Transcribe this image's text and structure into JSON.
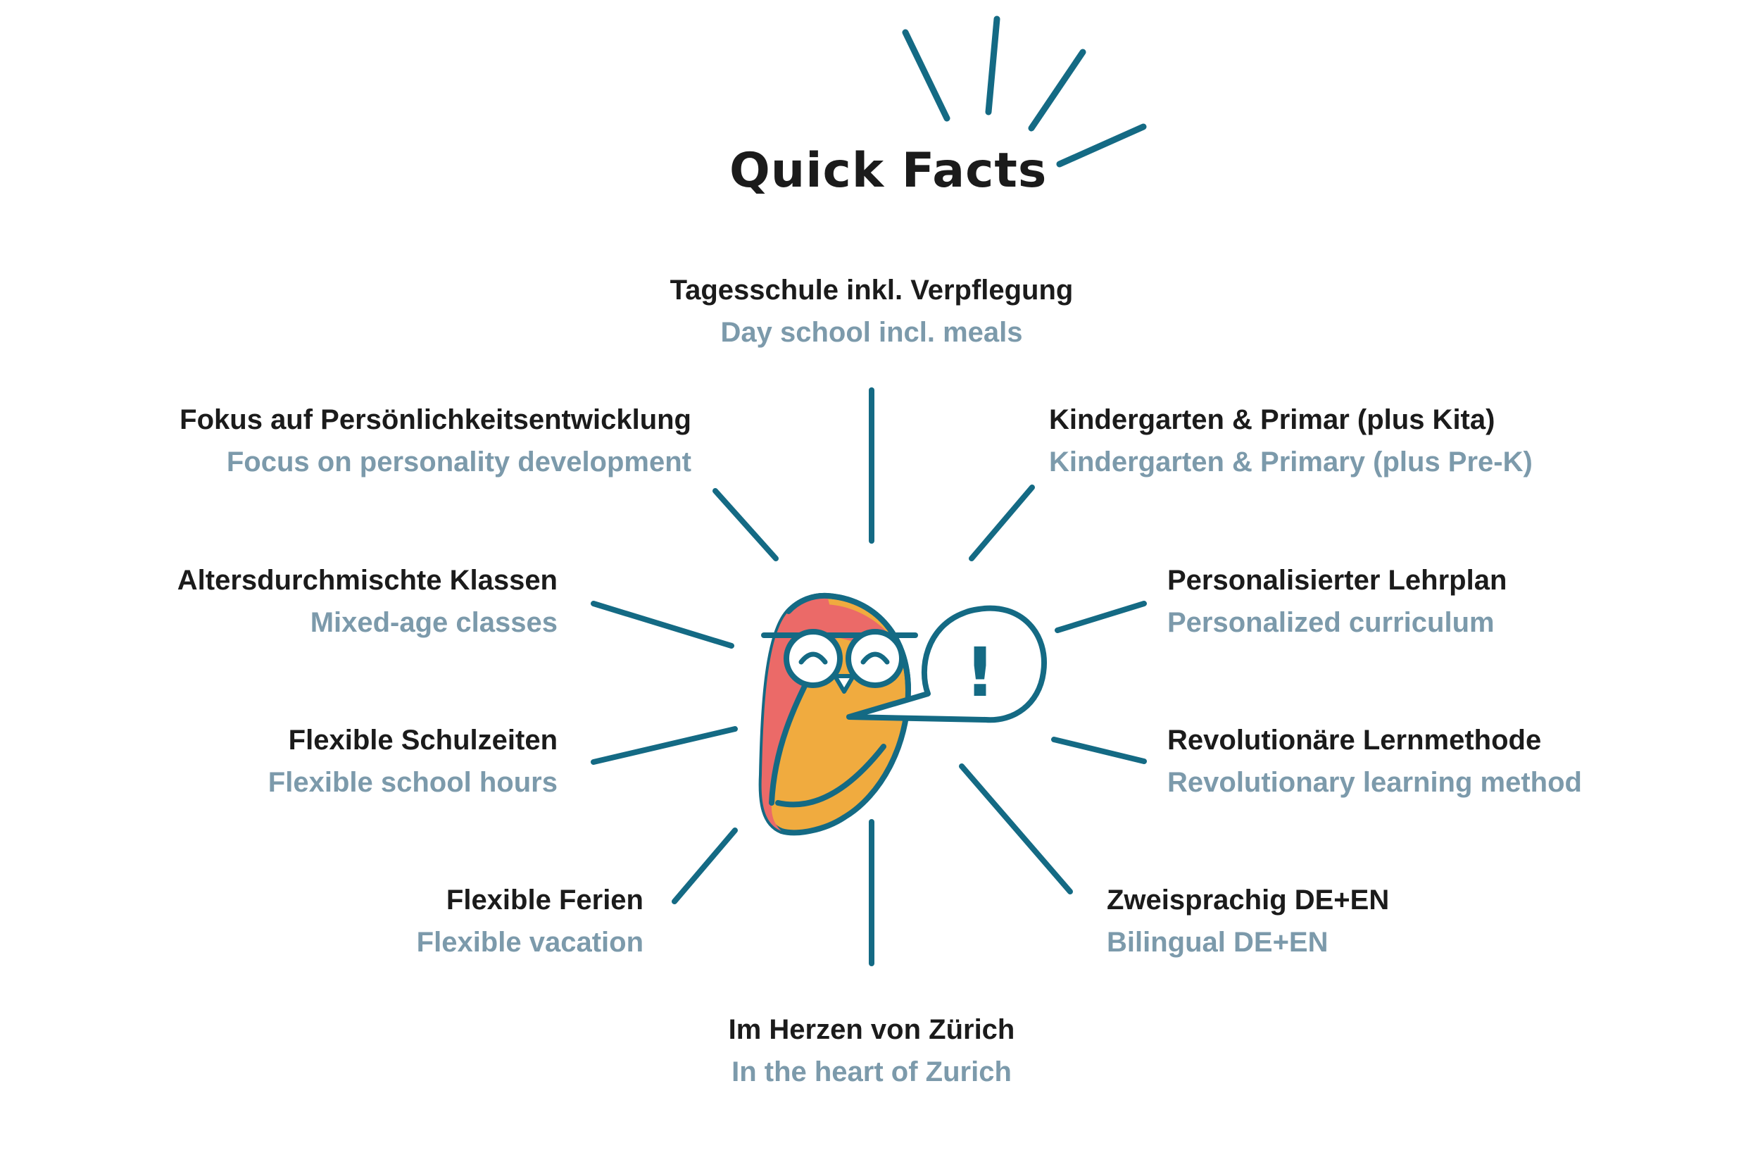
{
  "title": "Quick Facts",
  "colors": {
    "line": "#146a84",
    "owl_body": "#f0ab3f",
    "owl_wing": "#eb6a68",
    "text_de": "#1b1b1b",
    "text_en": "#7c9aab"
  },
  "facts": [
    {
      "id": "top",
      "de": "Tagesschule inkl. Verpflegung",
      "en": "Day school incl. meals"
    },
    {
      "id": "upper-left",
      "de": "Fokus auf Persönlichkeitsentwicklung",
      "en": "Focus on personality development"
    },
    {
      "id": "upper-right",
      "de": "Kindergarten & Primar (plus Kita)",
      "en": "Kindergarten & Primary (plus Pre-K)"
    },
    {
      "id": "mid-left-1",
      "de": "Altersdurchmischte Klassen",
      "en": "Mixed-age classes"
    },
    {
      "id": "mid-right-1",
      "de": "Personalisierter Lehrplan",
      "en": "Personalized curriculum"
    },
    {
      "id": "mid-left-2",
      "de": "Flexible Schulzeiten",
      "en": "Flexible school hours"
    },
    {
      "id": "mid-right-2",
      "de": "Revolutionäre Lernmethode",
      "en": "Revolutionary learning method"
    },
    {
      "id": "lower-left",
      "de": "Flexible Ferien",
      "en": "Flexible vacation"
    },
    {
      "id": "lower-right",
      "de": "Zweisprachig DE+EN",
      "en": "Bilingual DE+EN"
    },
    {
      "id": "bottom",
      "de": "Im Herzen von Zürich",
      "en": "In the heart of Zurich"
    }
  ],
  "speech_bubble_symbol": "!",
  "icons": [
    "owl-mascot-icon",
    "speech-bubble-icon",
    "sparkle-rays-icon"
  ]
}
